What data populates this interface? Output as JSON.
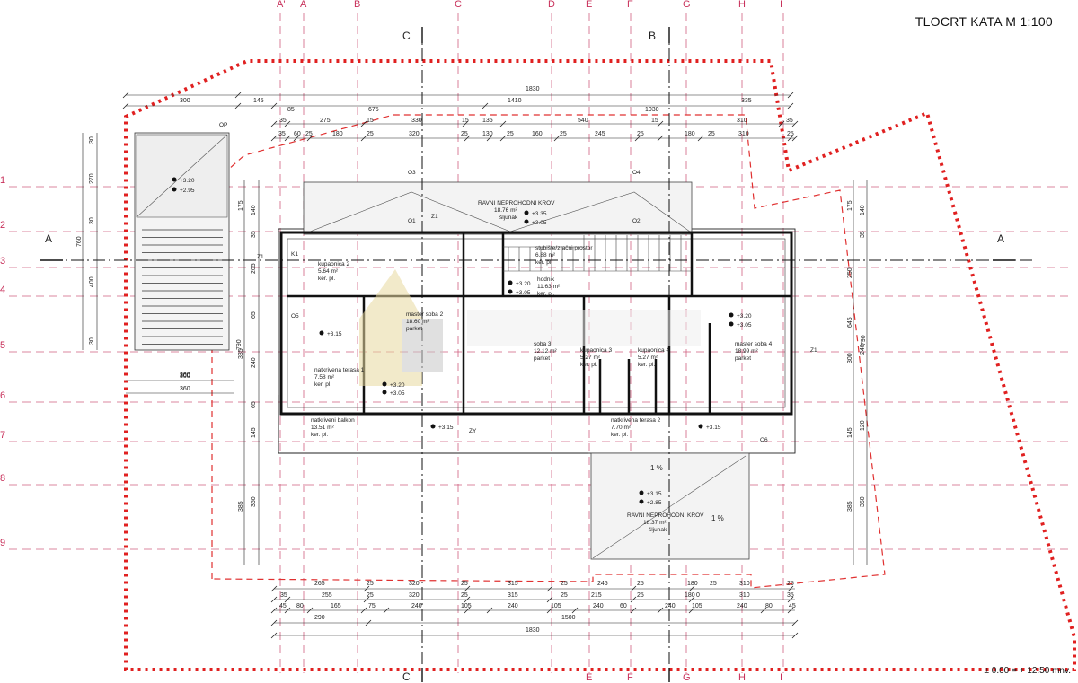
{
  "title": "TLOCRT KATA  M 1:100",
  "footer": "± 0.00 = + 12.50 mnv.",
  "axes_top": [
    "A'",
    "A",
    "B",
    "C",
    "D",
    "E",
    "F",
    "G",
    "H",
    "I"
  ],
  "axes_bottom": [
    "E",
    "F",
    "G",
    "H",
    "I"
  ],
  "axes_left": [
    "1",
    "2",
    "3",
    "4",
    "5",
    "6",
    "7",
    "8",
    "9"
  ],
  "section_c": "C",
  "section_b": "B",
  "section_a": "A",
  "dims_top_total": "1830",
  "dims_top_row1": [
    "300",
    "145",
    "1410",
    "335"
  ],
  "dims_top_row2": [
    "85",
    "675",
    "1030"
  ],
  "dims_top_row3": [
    "35",
    "275",
    "15",
    "330",
    "15",
    "135",
    "540",
    "15",
    "310",
    "35"
  ],
  "dims_top_row4": [
    "35",
    "60",
    "25",
    "180",
    "25",
    "320",
    "25",
    "130",
    "25",
    "160",
    "25",
    "245",
    "25",
    "180",
    "25",
    "310",
    "25"
  ],
  "dims_bottom_row1": [
    "265",
    "25",
    "320",
    "25",
    "315",
    "25",
    "245",
    "25",
    "180",
    "25",
    "310",
    "25"
  ],
  "dims_bottom_row2": [
    "35",
    "255",
    "25",
    "320",
    "25",
    "315",
    "25",
    "215",
    "25",
    "180",
    "0",
    "310",
    "35"
  ],
  "dims_bottom_row3": [
    "45",
    "80",
    "165",
    "75",
    "240",
    "105",
    "240",
    "105",
    "240",
    "60",
    "240",
    "105",
    "240",
    "80",
    "45"
  ],
  "dims_bottom_row4": [
    "290",
    "1500"
  ],
  "dims_bottom_total": "1830",
  "dims_left": [
    "760",
    "790",
    "270",
    "400",
    "30",
    "175",
    "140",
    "35",
    "205",
    "65",
    "240",
    "335",
    "65",
    "145",
    "385",
    "350"
  ],
  "dims_right": [
    "175",
    "140",
    "35",
    "790",
    "645",
    "250",
    "240",
    "300",
    "145",
    "120",
    "350",
    "385"
  ],
  "stair_dims": [
    "300",
    "360"
  ],
  "rooms": [
    {
      "name": "kupaonica 2",
      "area": "5.64 m²",
      "floor": "ker. pl."
    },
    {
      "name": "master soba 2",
      "area": "18.60 m²",
      "floor": "parket"
    },
    {
      "name": "soba 3",
      "area": "12.12 m²",
      "floor": "parket"
    },
    {
      "name": "stubište/zračni prostor",
      "area": "6.88 m²",
      "floor": "ker. pl."
    },
    {
      "name": "hodnik",
      "area": "11.63 m²",
      "floor": "ker. pl."
    },
    {
      "name": "kupaonica 3",
      "area": "5.27 m²",
      "floor": "ker. pl."
    },
    {
      "name": "kupaonica 4",
      "area": "5.27 m²",
      "floor": "ker. pl."
    },
    {
      "name": "master soba 4",
      "area": "18.99 m²",
      "floor": "parket"
    },
    {
      "name": "natkrivena terasa 1",
      "area": "7.58 m²",
      "floor": "ker. pl."
    },
    {
      "name": "natkriveni balkon",
      "area": "13.51 m²",
      "floor": "ker. pl."
    },
    {
      "name": "natkrivena terasa 2",
      "area": "7.70 m²",
      "floor": "ker. pl."
    }
  ],
  "roof_top": {
    "name": "RAVNI NEPROHODNI KROV",
    "area": "18.76 m²",
    "floor": "šljunak"
  },
  "roof_bottom": {
    "name": "RAVNI NEPROHODNI KROV",
    "area": "18.37 m²",
    "floor": "šljunak"
  },
  "levels": [
    "+3.20",
    "+2.95",
    "+3.35",
    "+3.05",
    "+3.20",
    "+3.05",
    "+3.15",
    "+3.20",
    "+3.05",
    "+3.15",
    "+3.15",
    "+3.15",
    "+2.85",
    "+3.20",
    "+3.05"
  ],
  "tags": [
    "OP",
    "O3",
    "O4",
    "O1",
    "O2",
    "Z1",
    "Z1",
    "Z1",
    "K1",
    "O5",
    "O6",
    "ZY"
  ],
  "slope": "1 %",
  "colors": {
    "axis": "#c8305a",
    "boundary": "#e02020",
    "wall": "#111111",
    "line": "#222222"
  }
}
